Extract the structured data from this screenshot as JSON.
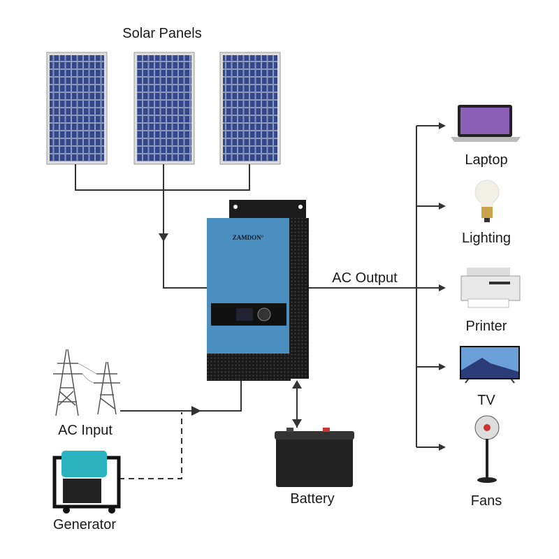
{
  "title": "Solar Panels",
  "inverter": {
    "brand": "ZAMDON"
  },
  "labels": {
    "ac_output": "AC Output",
    "ac_input": "AC Input",
    "generator": "Generator",
    "battery": "Battery"
  },
  "loads": [
    {
      "label": "Laptop"
    },
    {
      "label": "Lighting"
    },
    {
      "label": "Printer"
    },
    {
      "label": "TV"
    },
    {
      "label": "Fans"
    }
  ],
  "colors": {
    "panel": "#2d3f7a",
    "inverter": "#4a8fbf",
    "line": "#333333"
  }
}
